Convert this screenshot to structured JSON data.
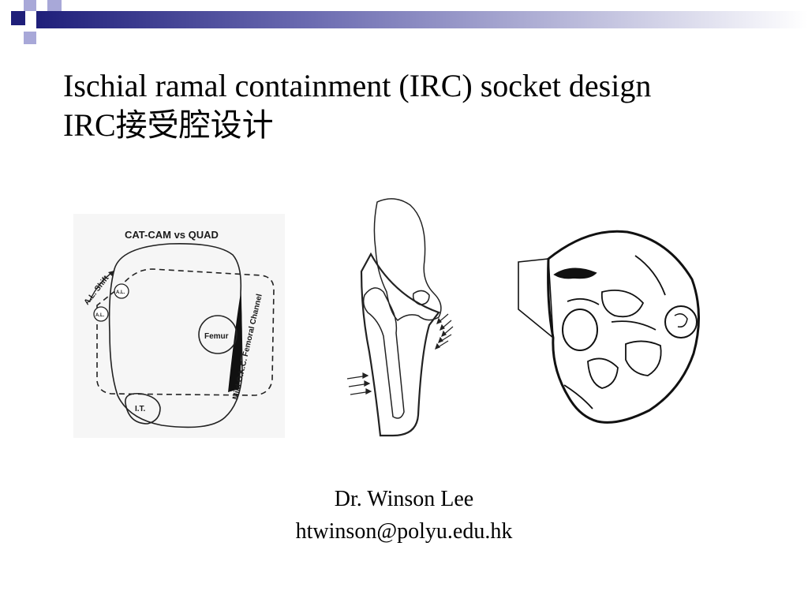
{
  "slide": {
    "title_line1": "Ischial ramal containment (IRC) socket design",
    "title_line2": "IRC接受腔设计",
    "author_name": "Dr. Winson Lee",
    "author_email": "htwinson@polyu.edu.hk"
  },
  "figure_catcam": {
    "heading": "CAT-CAM vs QUAD",
    "al_shift": "A.L. Shift",
    "al_marker_1": "A.L.",
    "al_marker_2": "A.L.",
    "femur": "Femur",
    "channel": "Mild O.K.C. Femoral Channel",
    "it": "I.T."
  },
  "theme": {
    "accent_dark": "#1f1f7a",
    "accent_light": "#9c9cd0"
  }
}
